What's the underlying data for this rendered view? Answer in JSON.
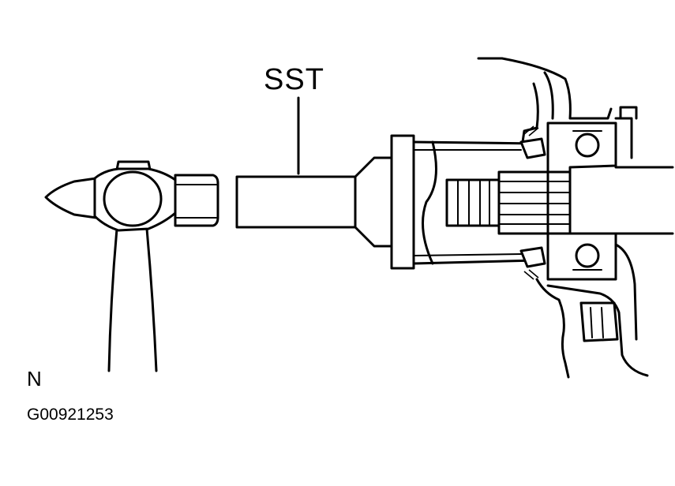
{
  "labels": {
    "sst": "SST",
    "view": "N",
    "figure_id": "G00921253"
  },
  "parts": {
    "hammer": "hammer-icon",
    "tool": "special-service-tool",
    "hub": "axle-hub-assembly"
  },
  "colors": {
    "line": "#000000",
    "background": "#ffffff"
  }
}
